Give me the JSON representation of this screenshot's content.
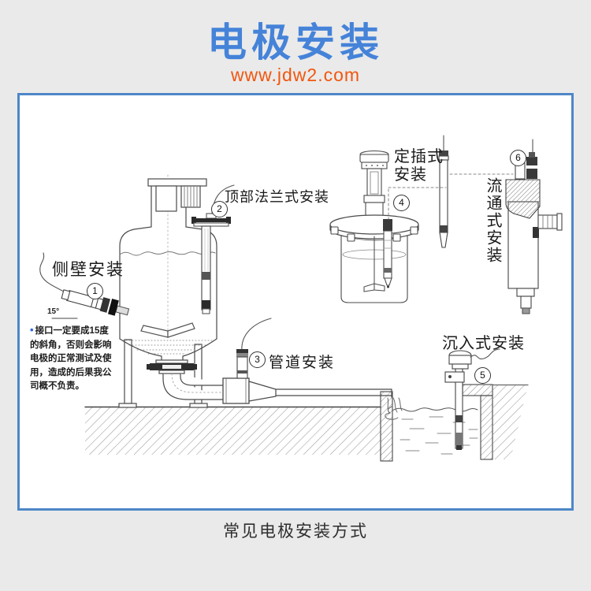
{
  "header": {
    "title": "电极安装",
    "website": "www.jdw2.com"
  },
  "caption": "常见电极安装方式",
  "colors": {
    "background": "#eaeaea",
    "title_blue": "#4583d9",
    "website_orange": "#f1560e",
    "box_border_blue": "#4d87c7",
    "warning_bullet_blue": "#2f66d8",
    "line_art": "#4a4a4a"
  },
  "diagram": {
    "methods": [
      {
        "num": "1",
        "label": "侧壁安装"
      },
      {
        "num": "2",
        "label": "顶部法兰式安装"
      },
      {
        "num": "3",
        "label": "管道安装"
      },
      {
        "num": "4",
        "label": "定插式安装",
        "line1": "定插式",
        "line2": "安装"
      },
      {
        "num": "5",
        "label": "沉入式安装"
      },
      {
        "num": "6",
        "label": "流通式安装"
      }
    ],
    "angle_label": "15°",
    "warning": {
      "bullet": "•",
      "lines": [
        "接口一定要成15度",
        "的斜角，否则会影响",
        "电极的正常测试及使",
        "用，造成的后果我公",
        "司概不负责。"
      ]
    }
  }
}
